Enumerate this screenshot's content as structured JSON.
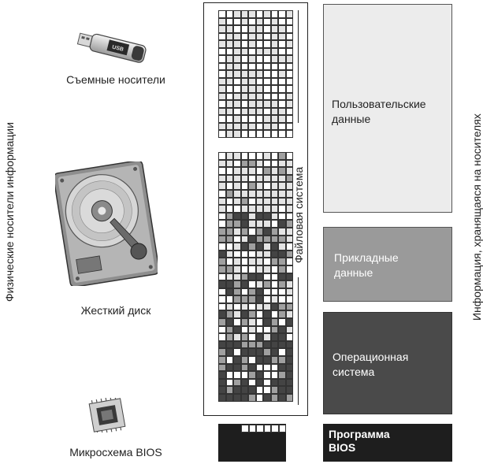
{
  "left_axis_label": "Физические носители информации",
  "right_axis_label": "Информация, хранящаяся на носителях",
  "filesystem_label": "Файловая система",
  "media": [
    {
      "label": "Съемные носители",
      "icon": "usb-flash-drive-icon"
    },
    {
      "label": "Жесткий диск",
      "icon": "hard-disk-drive-icon"
    },
    {
      "label": "Микросхема BIOS",
      "icon": "bios-chip-icon"
    }
  ],
  "layers": [
    {
      "label": "Пользовательские\nданные",
      "fill": "#ececec",
      "text": "#222222"
    },
    {
      "label": "Прикладные\nданные",
      "fill": "#9a9a9a",
      "text": "#ffffff"
    },
    {
      "label": "Операционная\nсистема",
      "fill": "#4a4a4a",
      "text": "#ffffff"
    },
    {
      "label": "Программа\nBIOS",
      "fill": "#1e1e1e",
      "text": "#ffffff"
    }
  ],
  "cell_colors": {
    "white": "#ffffff",
    "light": "#e4e4e4",
    "mid": "#a0a0a0",
    "dark": "#444444",
    "black": "#1e1e1e"
  }
}
